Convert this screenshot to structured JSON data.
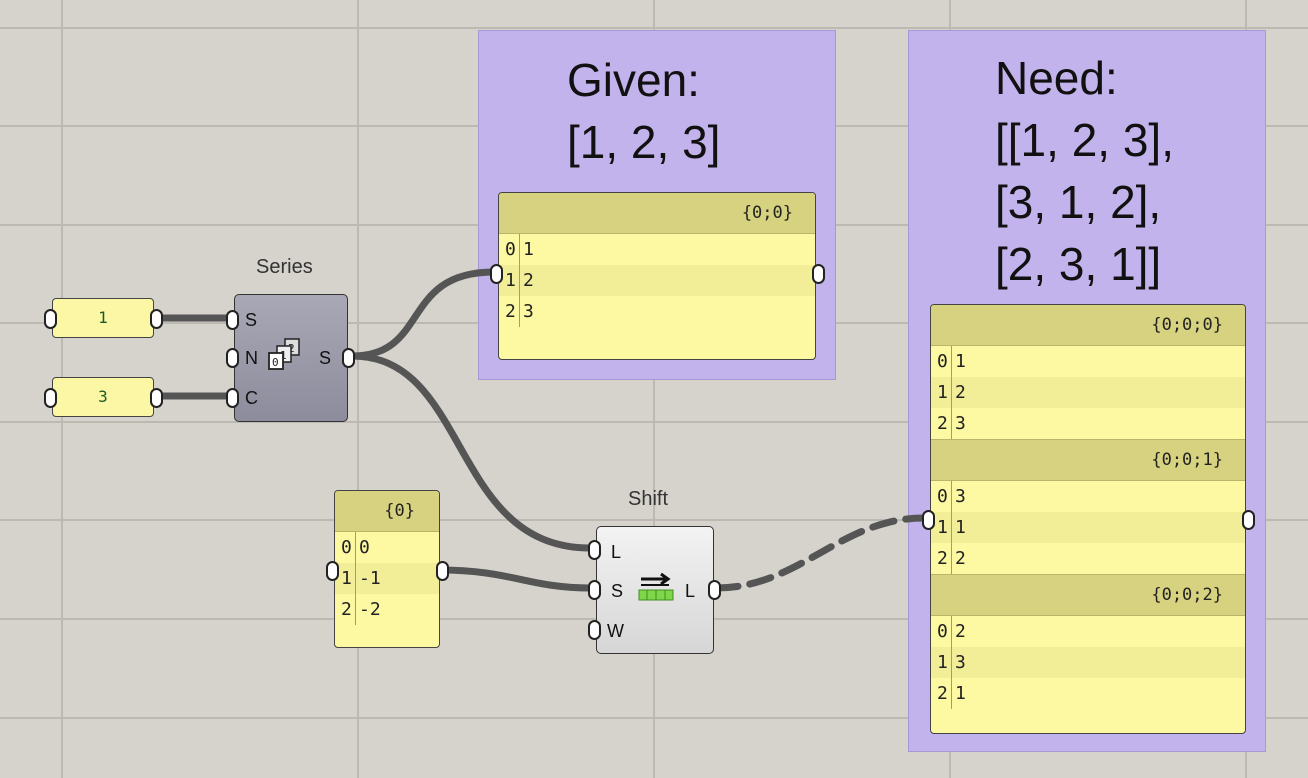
{
  "canvas": {
    "background": "#d6d3cd",
    "group_color": "#c3b3ec",
    "panel_color": "#fdf9a2"
  },
  "groups": [
    {
      "title": "Given:",
      "lines": [
        "[1, 2, 3]"
      ]
    },
    {
      "title": "Need:",
      "lines": [
        "[[1, 2, 3],",
        "[3, 1, 2],",
        "[2, 3, 1]]"
      ]
    }
  ],
  "sliders": [
    {
      "value": "1"
    },
    {
      "value": "3"
    }
  ],
  "series": {
    "title": "Series",
    "inputs": [
      "S",
      "N",
      "C"
    ],
    "output": "S",
    "icon": "series-icon"
  },
  "shift": {
    "title": "Shift",
    "inputs": [
      "L",
      "S",
      "W"
    ],
    "output": "L",
    "icon": "shift-list-icon"
  },
  "panel_given": {
    "branch": "{0;0}",
    "rows": [
      {
        "index": "0",
        "value": "1"
      },
      {
        "index": "1",
        "value": "2"
      },
      {
        "index": "2",
        "value": "3"
      }
    ]
  },
  "panel_offsets": {
    "branch": "{0}",
    "rows": [
      {
        "index": "0",
        "value": "0"
      },
      {
        "index": "1",
        "value": "-1"
      },
      {
        "index": "2",
        "value": "-2"
      }
    ]
  },
  "panel_result": {
    "branches": [
      {
        "path": "{0;0;0}",
        "rows": [
          {
            "index": "0",
            "value": "1"
          },
          {
            "index": "1",
            "value": "2"
          },
          {
            "index": "2",
            "value": "3"
          }
        ]
      },
      {
        "path": "{0;0;1}",
        "rows": [
          {
            "index": "0",
            "value": "3"
          },
          {
            "index": "1",
            "value": "1"
          },
          {
            "index": "2",
            "value": "2"
          }
        ]
      },
      {
        "path": "{0;0;2}",
        "rows": [
          {
            "index": "0",
            "value": "2"
          },
          {
            "index": "1",
            "value": "3"
          },
          {
            "index": "2",
            "value": "1"
          }
        ]
      }
    ]
  }
}
